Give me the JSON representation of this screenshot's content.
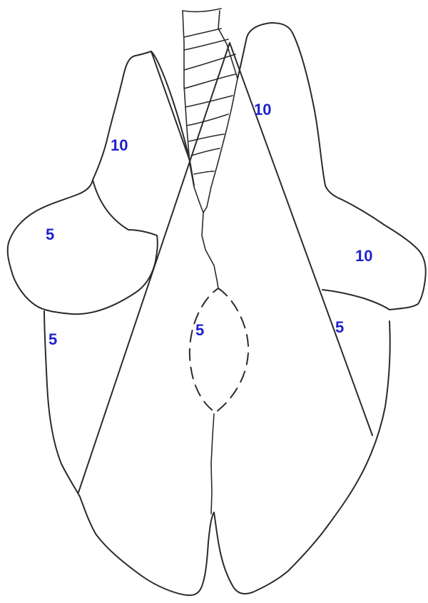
{
  "diagram": {
    "labels": [
      {
        "id": "left-shoulder",
        "text": "10"
      },
      {
        "id": "left-arm",
        "text": "5"
      },
      {
        "id": "left-flank",
        "text": "5"
      },
      {
        "id": "center-back",
        "text": "5"
      },
      {
        "id": "right-shoulder",
        "text": "10"
      },
      {
        "id": "right-arm",
        "text": "10"
      },
      {
        "id": "right-flank",
        "text": "5"
      }
    ]
  },
  "colors": {
    "label": "#1f22c9",
    "stroke": "#2b2b2b"
  }
}
